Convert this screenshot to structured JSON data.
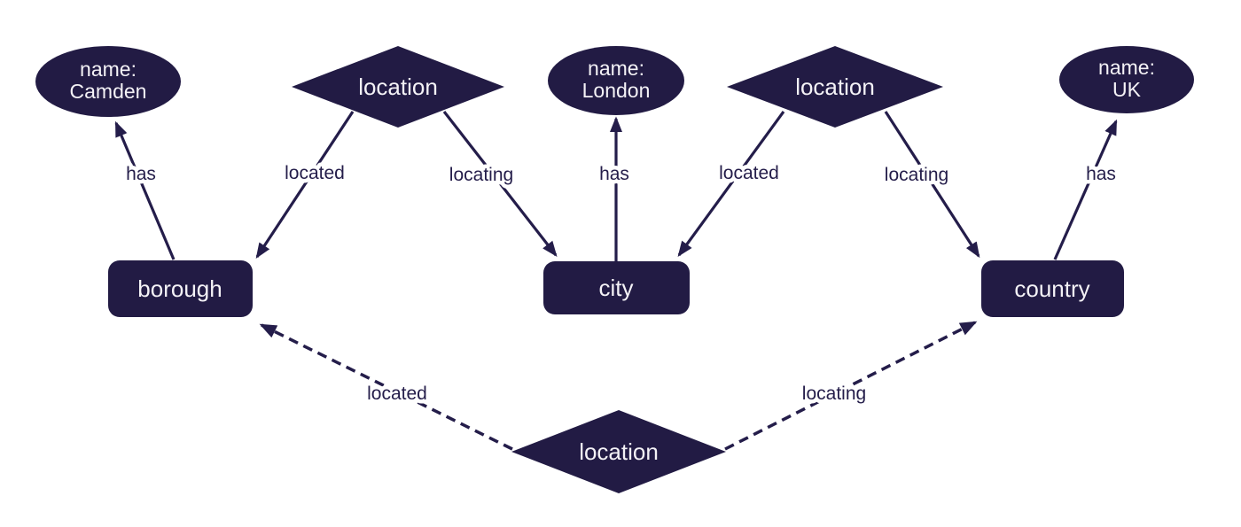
{
  "diagram": {
    "type": "entity-relationship-graph",
    "colors": {
      "background": "#ffffff",
      "node_fill": "#221b44",
      "node_text": "#f4f2f6",
      "edge_stroke": "#241d4a",
      "edge_label_text": "#241d4a"
    },
    "entities": [
      {
        "id": "borough",
        "label": "borough"
      },
      {
        "id": "city",
        "label": "city"
      },
      {
        "id": "country",
        "label": "country"
      }
    ],
    "attributes": [
      {
        "id": "camden",
        "line1": "name:",
        "line2": "Camden"
      },
      {
        "id": "london",
        "line1": "name:",
        "line2": "London"
      },
      {
        "id": "uk",
        "line1": "name:",
        "line2": "UK"
      }
    ],
    "relationships": [
      {
        "id": "location-top-left",
        "label": "location"
      },
      {
        "id": "location-top-right",
        "label": "location"
      },
      {
        "id": "location-bottom",
        "label": "location"
      }
    ],
    "edges": [
      {
        "id": "borough-has-camden",
        "label": "has",
        "style": "solid"
      },
      {
        "id": "location1-located-borough",
        "label": "located",
        "style": "solid"
      },
      {
        "id": "location1-locating-city",
        "label": "locating",
        "style": "solid"
      },
      {
        "id": "city-has-london",
        "label": "has",
        "style": "solid"
      },
      {
        "id": "location2-located-city",
        "label": "located",
        "style": "solid"
      },
      {
        "id": "location2-locating-country",
        "label": "locating",
        "style": "solid"
      },
      {
        "id": "country-has-uk",
        "label": "has",
        "style": "solid"
      },
      {
        "id": "location3-located-borough",
        "label": "located",
        "style": "dashed"
      },
      {
        "id": "location3-locating-country",
        "label": "locating",
        "style": "dashed"
      }
    ]
  }
}
